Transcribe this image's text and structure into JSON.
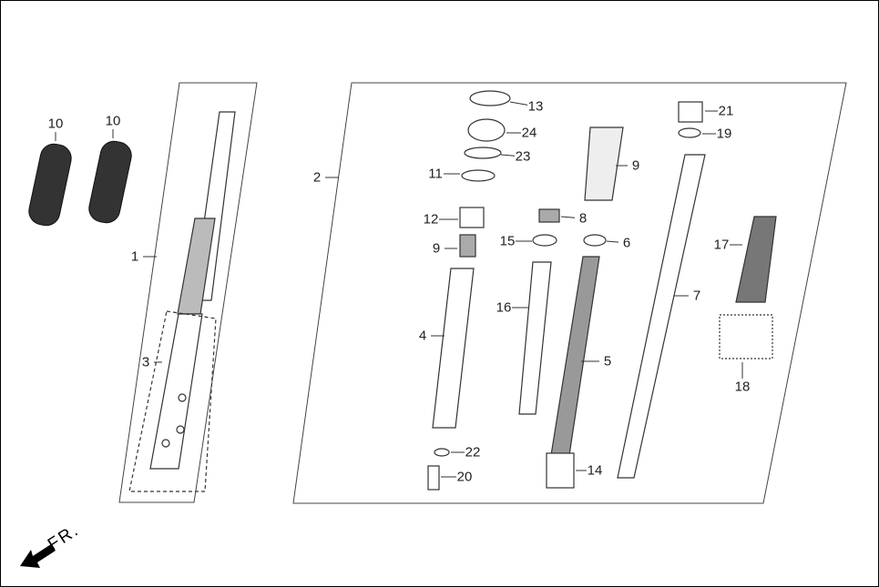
{
  "diagram": {
    "callouts": [
      "10",
      "10",
      "1",
      "3",
      "2",
      "13",
      "24",
      "23",
      "11",
      "12",
      "9",
      "4",
      "22",
      "20",
      "8",
      "15",
      "6",
      "16",
      "5",
      "14",
      "9",
      "7",
      "21",
      "19",
      "17",
      "18"
    ],
    "direction_label": "FR.",
    "direction_icon": "arrow-down-left-icon",
    "line_color": "#333333"
  }
}
